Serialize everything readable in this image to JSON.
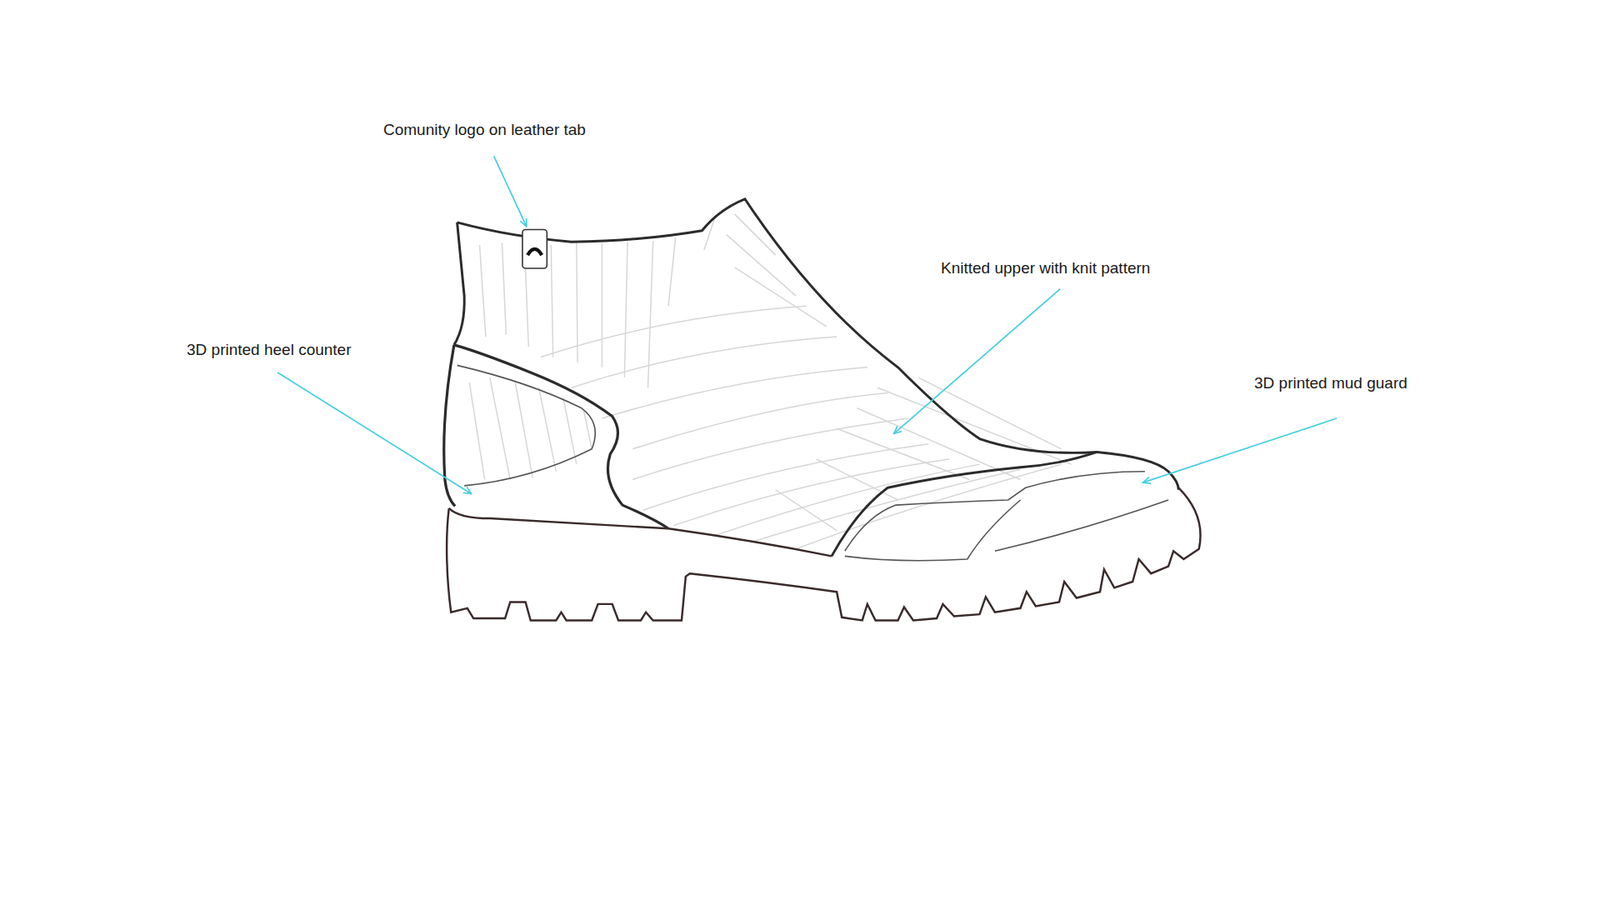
{
  "diagram": {
    "labels": [
      "Comunity logo on leather tab",
      "Knitted upper with knit pattern",
      "3D printed heel counter",
      "3D printed mud guard"
    ]
  }
}
